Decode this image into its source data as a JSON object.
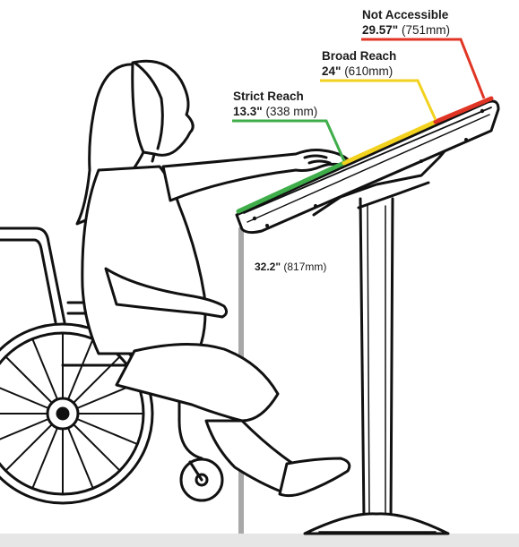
{
  "zones": [
    {
      "title": "Not Accessible",
      "value": "29.57\"",
      "metric": "(751mm)",
      "color": "#e03524"
    },
    {
      "title": "Broad Reach",
      "value": "24\"",
      "metric": "(610mm)",
      "color": "#f2d21f"
    },
    {
      "title": "Strict Reach",
      "value": "13.3\"",
      "metric": "(338 mm)",
      "color": "#3fae4a"
    }
  ],
  "height": {
    "value": "32.2\"",
    "metric": "(817mm)"
  },
  "colors": {
    "line": "#111111",
    "floor": "#e6e6e6",
    "height_bar": "#a8a8a8"
  },
  "icons": [
    "wheelchair-icon",
    "seated-person-icon",
    "kiosk-stand-icon"
  ]
}
